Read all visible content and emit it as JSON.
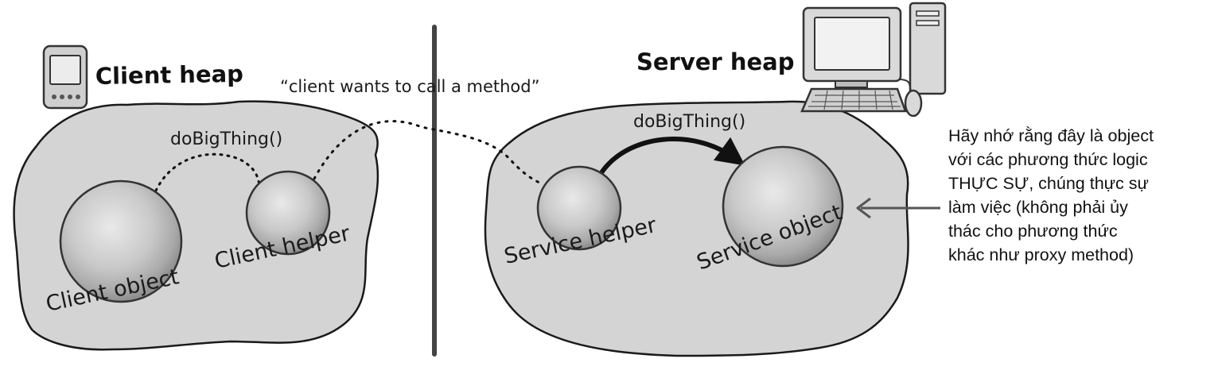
{
  "client": {
    "heap_title": "Client heap",
    "object_label": "Client object",
    "helper_label": "Client helper",
    "call_label": "doBigThing()"
  },
  "server": {
    "heap_title": "Server heap",
    "helper_label": "Service helper",
    "object_label": "Service object",
    "call_label": "doBigThing()"
  },
  "quote": "“client wants to call a method”",
  "note": {
    "lines": [
      "Hãy nhớ rằng đây là object",
      "với các phương thức logic",
      "THỰC SỰ, chúng thực sự",
      "làm việc (không phải ủy",
      "thác cho phương thức",
      "khác như proxy method)"
    ]
  },
  "colors": {
    "heap_fill": "#d4d4d4",
    "outline": "#1a1a1a",
    "sphere_mid": "#c8c8c8",
    "divider": "#444444"
  },
  "icons": {
    "client_device": "pda-icon",
    "server_device": "desktop-computer-icon"
  }
}
